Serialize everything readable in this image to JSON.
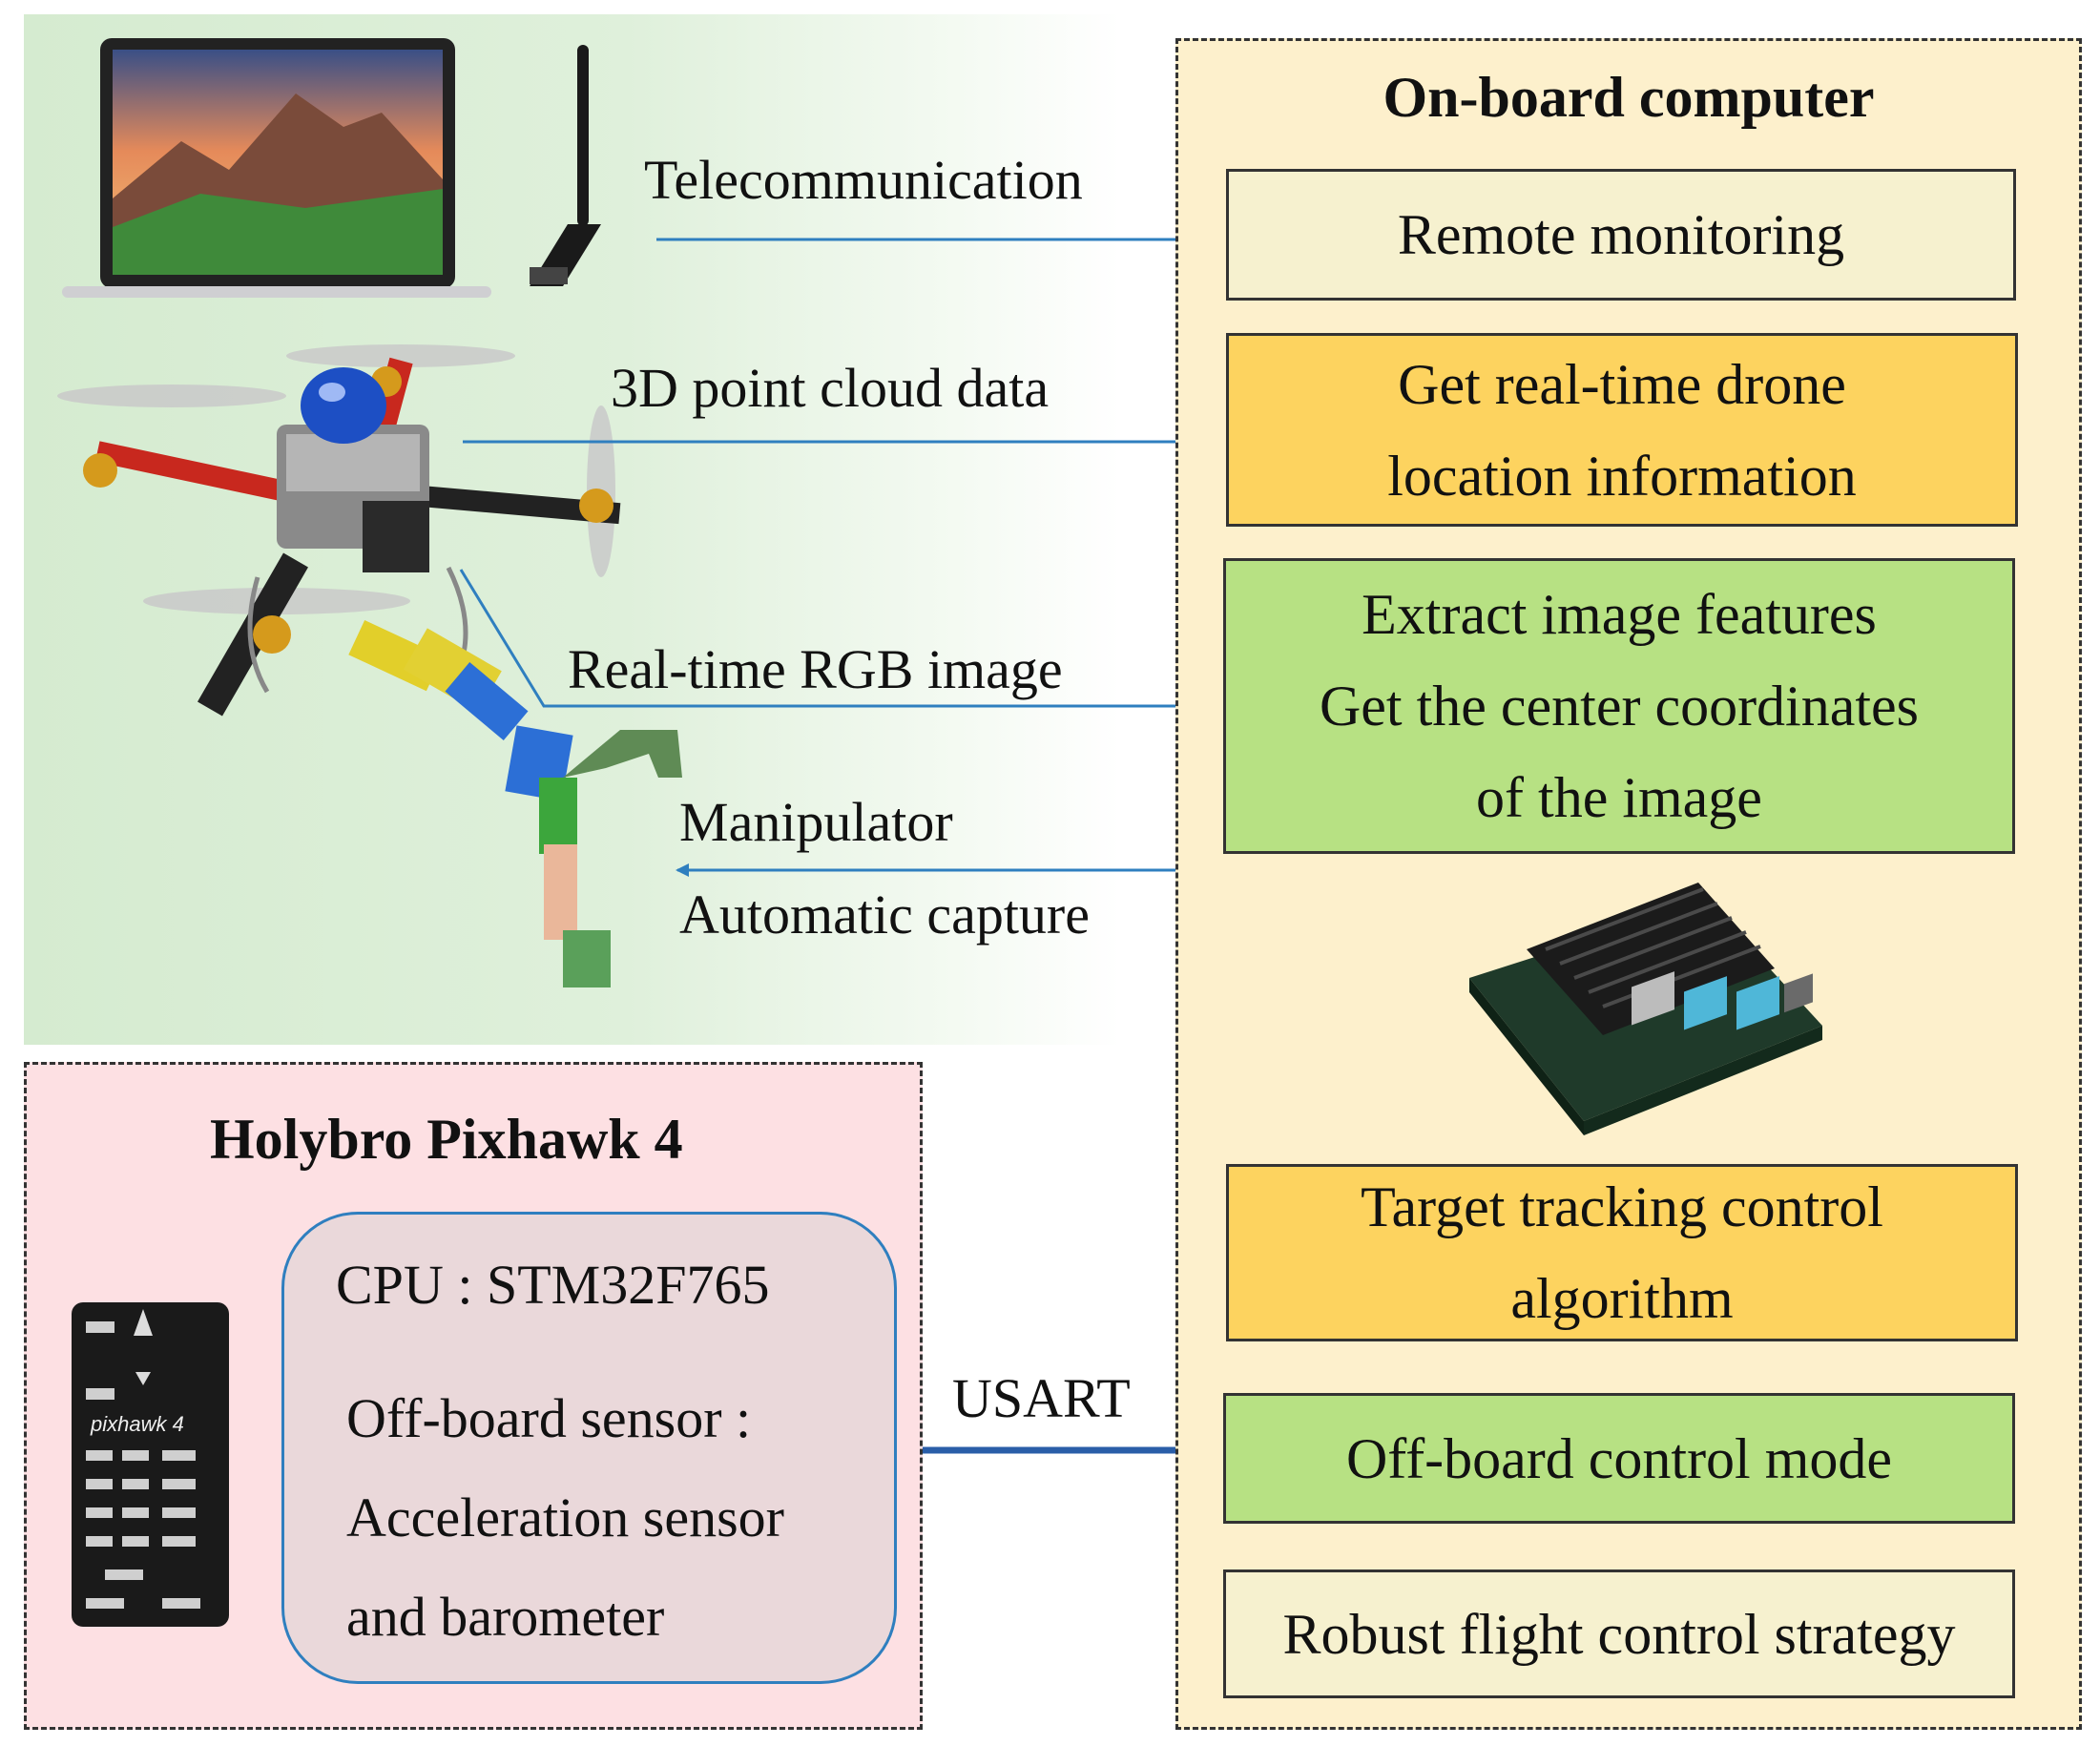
{
  "ground": {
    "labels": {
      "telecommunication": "Telecommunication",
      "point_cloud": "3D point cloud data",
      "rgb_image": "Real-time RGB image",
      "manipulator": "Manipulator",
      "automatic_capture": "Automatic capture"
    },
    "icons": [
      "laptop-icon",
      "antenna-icon",
      "drone-icon",
      "manipulator-arm-icon"
    ]
  },
  "onboard": {
    "title": "On-board computer",
    "boxes": [
      {
        "lines": [
          "Remote monitoring"
        ],
        "color": "#f6f1cf"
      },
      {
        "lines": [
          "Get real-time drone",
          "location information"
        ],
        "color": "#fdd35f"
      },
      {
        "lines": [
          "Extract image features",
          "Get the center coordinates",
          "of the image"
        ],
        "color": "#b7e183"
      },
      {
        "lines": [
          "Target tracking control",
          "algorithm"
        ],
        "color": "#fdd35f"
      },
      {
        "lines": [
          "Off-board control mode"
        ],
        "color": "#b7e183"
      },
      {
        "lines": [
          "Robust flight control strategy"
        ],
        "color": "#f6f1cf"
      }
    ],
    "board_icon": "jetson-board-icon"
  },
  "pixhawk": {
    "title": "Holybro Pixhawk 4",
    "cpu": "CPU : STM32F765",
    "sensor_lines": [
      "Off-board sensor :",
      "Acceleration sensor",
      "and barometer"
    ],
    "device_icon": "pixhawk-device-icon",
    "device_label": "pixhawk 4"
  },
  "link": {
    "usart": "USART"
  },
  "colors": {
    "arrow": "#2f7fbf",
    "usart_arrow": "#2a5ea8",
    "onboard_bg": "#fdf0cc",
    "pixhawk_bg": "#fde0e3",
    "ground_bg": "#d5ebd0"
  }
}
